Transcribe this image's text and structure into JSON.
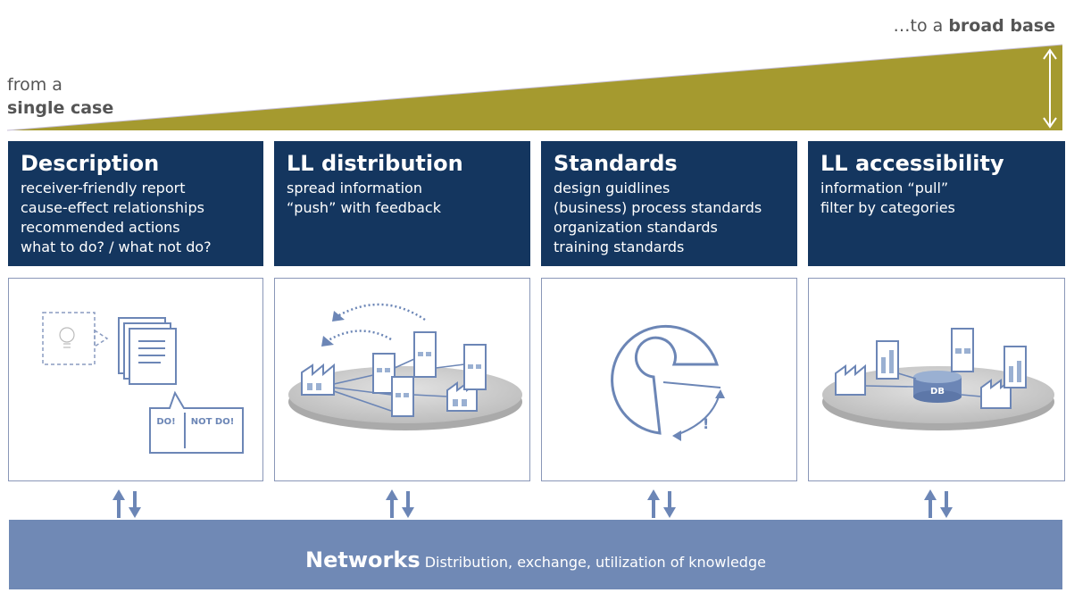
{
  "top": {
    "right_prefix": "…to a ",
    "right_bold": "broad base",
    "left_line1": "from a",
    "left_line2": "single case"
  },
  "columns": [
    {
      "title": "Description",
      "lines": [
        "receiver-friendly report",
        "cause-effect relationships",
        "recommended actions",
        "what to do? / what not do?"
      ]
    },
    {
      "title": "LL distribution",
      "lines": [
        "spread information",
        "“push” with feedback"
      ]
    },
    {
      "title": "Standards",
      "lines": [
        "design guidlines",
        "(business) process standards",
        "organization standards",
        "training standards"
      ]
    },
    {
      "title": "LL accessibility",
      "lines": [
        "information “pull”",
        "filter by categories"
      ]
    }
  ],
  "illustrations": {
    "do_label": "DO!",
    "not_do_label": "NOT DO!",
    "exclamation": "!",
    "db_label": "DB"
  },
  "network": {
    "title": "Networks",
    "subtitle": "Distribution, exchange, utilization of knowledge"
  },
  "colors": {
    "header": "#14365f",
    "wedge": "#a59a2f",
    "network_bar": "#7089b5",
    "icon_stroke": "#6c86b6"
  }
}
